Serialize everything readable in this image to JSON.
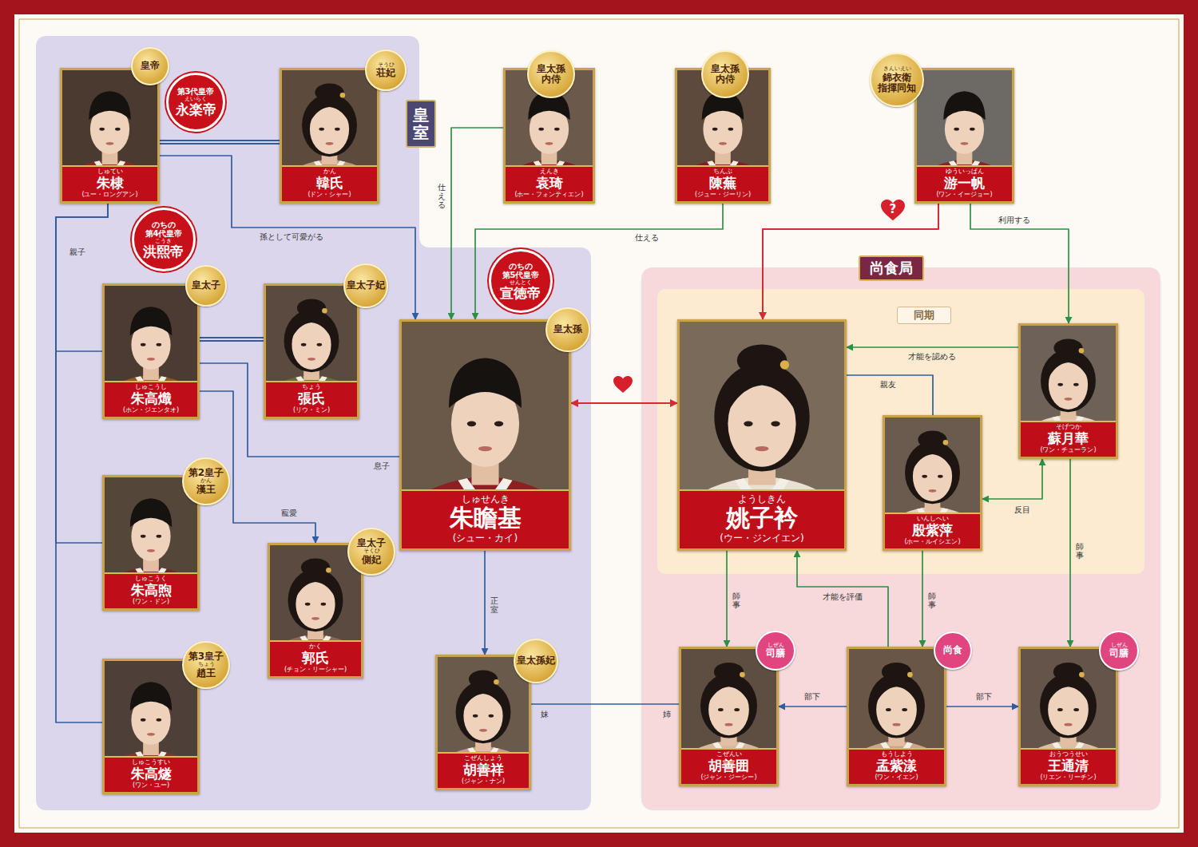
{
  "diagram": {
    "nodes": [
      {
        "text": [
          "皇室"
        ]
      },
      {
        "text": [
          "皇帝",
          "しゅてい",
          "朱棣",
          "(ユー・ロングアン)"
        ],
        "in": 0
      },
      {
        "text": [
          "第3代皇帝",
          "えいらく",
          "永楽帝"
        ],
        "in": 0
      },
      {
        "text": [
          "そうひ",
          "荘妃",
          "かん",
          "韓氏",
          "(ドン・シャー)"
        ],
        "in": 0
      },
      {
        "text": [
          "皇太孫 内侍",
          "えんき",
          "袁琦",
          "(ホー・フォンティエン)"
        ]
      },
      {
        "text": [
          "皇太孫 内侍",
          "ちんぶ",
          "陳蕪",
          "(ジュー・ジーリン)"
        ]
      },
      {
        "text": [
          "きんいえい",
          "錦衣衛 指揮同知",
          "ゆういっぱん",
          "游一帆",
          "(ワン・イージョー)"
        ]
      },
      {
        "text": [
          "のちの 第4代皇帝",
          "こうき",
          "洪熙帝"
        ],
        "in": 0
      },
      {
        "text": [
          "皇太子",
          "しゅこうし",
          "朱高熾",
          "(ホン・ジエンタオ)"
        ],
        "in": 0
      },
      {
        "text": [
          "皇太子妃",
          "ちょう",
          "張氏",
          "(リウ・ミン)"
        ],
        "in": 0
      },
      {
        "text": [
          "のちの 第5代皇帝",
          "せんとく",
          "宣徳帝"
        ],
        "in": 0
      },
      {
        "text": [
          "皇太孫",
          "しゅせんき",
          "朱瞻基",
          "(シュー・カイ)"
        ],
        "in": 0
      },
      {
        "text": [
          "第2皇子",
          "かん",
          "漢王",
          "しゅこうく",
          "朱高煦",
          "(ワン・ドン)"
        ],
        "in": 0
      },
      {
        "text": [
          "皇太子",
          "そくひ",
          "側妃",
          "かく",
          "郭氏",
          "(チョン・リーシャー)"
        ],
        "in": 0
      },
      {
        "text": [
          "第3皇子",
          "ちょう",
          "趙王",
          "しゅこうすい",
          "朱高燧",
          "(ワン・ユー)"
        ],
        "in": 0
      },
      {
        "text": [
          "皇太孫妃",
          "こぜんしょう",
          "胡善祥",
          "(ジャン・ナン)"
        ],
        "in": 0
      },
      {
        "text": [
          "尚食局"
        ]
      },
      {
        "text": [
          "同期"
        ],
        "in": 16
      },
      {
        "text": [
          "ようしきん",
          "姚子衿",
          "(ウー・ジンイエン)"
        ],
        "in": 17
      },
      {
        "text": [
          "いんしへい",
          "殷紫萍",
          "(ホー・ルイシエン)"
        ],
        "in": 17
      },
      {
        "text": [
          "そげつか",
          "蘇月華",
          "(ワン・チューラン)"
        ],
        "in": 17
      },
      {
        "text": [
          "しぜん",
          "司膳",
          "こぜんい",
          "胡善囲",
          "(ジャン・ジーシー)"
        ],
        "in": 16
      },
      {
        "text": [
          "尚食",
          "もうしよう",
          "孟紫漾",
          "(ワン・イエン)"
        ],
        "in": 16
      },
      {
        "text": [
          "しぜん",
          "司膳",
          "おうつうせい",
          "王通清",
          "(リエン・リーチン)"
        ],
        "in": 16
      }
    ],
    "edges": [
      {
        "from": 1,
        "to": 3,
        "arrow": "none"
      },
      {
        "from": 1,
        "to": 11,
        "label": "孫として可愛がる",
        "arrow": "to"
      },
      {
        "from": 1,
        "to": 8,
        "label": "親子",
        "arrow": "none"
      },
      {
        "from": 1,
        "to": 12,
        "arrow": "none"
      },
      {
        "from": 1,
        "to": 14,
        "arrow": "none"
      },
      {
        "from": 8,
        "to": 9,
        "arrow": "none"
      },
      {
        "from": 8,
        "to": 11,
        "label": "息子",
        "arrow": "none"
      },
      {
        "from": 8,
        "to": 13,
        "label": "寵愛",
        "arrow": "to"
      },
      {
        "from": 4,
        "to": 11,
        "label": "仕える",
        "arrow": "to"
      },
      {
        "from": 5,
        "to": 11,
        "label": "仕える",
        "arrow": "to"
      },
      {
        "from": 11,
        "to": 18,
        "arrow": "both"
      },
      {
        "from": 11,
        "to": 15,
        "label": "正室",
        "arrow": "to"
      },
      {
        "from": 15,
        "to": 21,
        "label": "妹",
        "arrow": "none"
      },
      {
        "from": 6,
        "to": 18,
        "label": "?",
        "arrow": "to"
      },
      {
        "from": 6,
        "to": 20,
        "label": "利用する",
        "arrow": "to"
      },
      {
        "from": 20,
        "to": 18,
        "label": "才能を認める",
        "arrow": "to"
      },
      {
        "from": 18,
        "to": 19,
        "label": "親友",
        "arrow": "none"
      },
      {
        "from": 19,
        "to": 20,
        "label": "反目",
        "arrow": "both"
      },
      {
        "from": 18,
        "to": 21,
        "label": "師事",
        "arrow": "to"
      },
      {
        "from": 19,
        "to": 22,
        "label": "師事",
        "arrow": "to"
      },
      {
        "from": 20,
        "to": 23,
        "label": "師事",
        "arrow": "to"
      },
      {
        "from": 22,
        "to": 18,
        "label": "才能を評価",
        "arrow": "to"
      },
      {
        "from": 22,
        "to": 21,
        "label": "部下",
        "arrow": "to"
      },
      {
        "from": 22,
        "to": 23,
        "label": "部下",
        "arrow": "to"
      }
    ],
    "labels": [
      "姉"
    ]
  }
}
